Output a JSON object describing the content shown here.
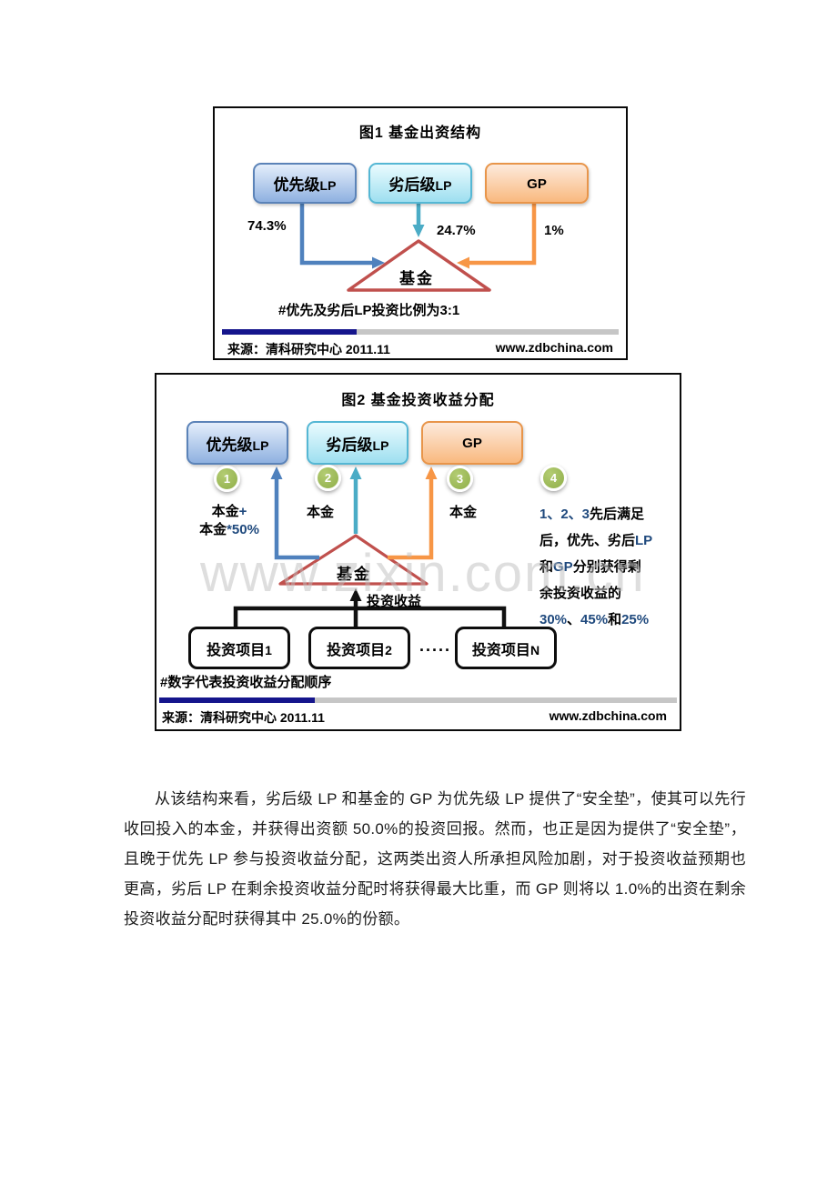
{
  "colors": {
    "navy_accent": "#1f497d",
    "bar_navy": "#15158c",
    "bar_gray": "#c6c6c6",
    "arrow_blue": "#4f81bd",
    "arrow_cyan": "#4bacc6",
    "arrow_orange": "#f79646",
    "triangle_red": "#c0504d",
    "circle_green": "#9bbb59"
  },
  "watermark": "www.zixin.com.cn",
  "figure1": {
    "title": "图1 基金出资结构",
    "nodes": {
      "senior_lp": [
        {
          "t": "优先级"
        },
        {
          "t": "LP",
          "sz": "14px"
        }
      ],
      "junior_lp": [
        {
          "t": "劣后级"
        },
        {
          "t": "LP",
          "sz": "14px"
        }
      ],
      "gp": [
        {
          "t": "GP",
          "sz": "15px"
        }
      ],
      "fund": "基金"
    },
    "contributions": {
      "senior_lp_pct": "74.3%",
      "junior_lp_pct": "24.7%",
      "gp_pct": "1%"
    },
    "note": "#优先及劣后LP投资比例为3:1",
    "source": "来源：清科研究中心 2011.11",
    "website": "www.zdbchina.com"
  },
  "figure2": {
    "title": "图2 基金投资收益分配",
    "nodes": {
      "senior_lp": [
        {
          "t": "优先级"
        },
        {
          "t": "LP",
          "sz": "14px"
        }
      ],
      "junior_lp": [
        {
          "t": "劣后级"
        },
        {
          "t": "LP",
          "sz": "14px"
        }
      ],
      "gp": [
        {
          "t": "GP",
          "sz": "15px"
        }
      ],
      "fund": "基金"
    },
    "steps": {
      "s1": {
        "num": "1",
        "line1": [
          {
            "t": "本金"
          },
          {
            "t": "+",
            "c": "#1f497d"
          }
        ],
        "line2": [
          {
            "t": "本金"
          },
          {
            "t": "*50%",
            "c": "#1f497d"
          }
        ]
      },
      "s2": {
        "num": "2",
        "label": "本金"
      },
      "s3": {
        "num": "3",
        "label": "本金"
      },
      "s4": {
        "num": "4",
        "text": [
          {
            "t": "1、2、3",
            "c": "#1f497d"
          },
          {
            "t": "先后满足后，优先、劣后"
          },
          {
            "t": "LP",
            "c": "#1f497d"
          },
          {
            "t": "和"
          },
          {
            "t": "GP",
            "c": "#1f497d"
          },
          {
            "t": "分别获得剩余投资收益的"
          },
          {
            "t": "30%",
            "c": "#1f497d"
          },
          {
            "t": "、"
          },
          {
            "t": "45%",
            "c": "#1f497d"
          },
          {
            "t": "和"
          },
          {
            "t": "25%",
            "c": "#1f497d"
          }
        ]
      }
    },
    "income_label": "投资收益",
    "projects": {
      "p1": [
        {
          "t": "投资项目"
        },
        {
          "t": "1",
          "sz": "14px"
        }
      ],
      "p2": [
        {
          "t": "投资项目"
        },
        {
          "t": "2",
          "sz": "14px"
        }
      ],
      "pn": [
        {
          "t": "投资项目"
        },
        {
          "t": "N",
          "sz": "14px"
        }
      ],
      "dots": "....."
    },
    "note": "#数字代表投资收益分配顺序",
    "source": "来源：清科研究中心 2011.11",
    "website": "www.zdbchina.com"
  },
  "paragraph": "从该结构来看，劣后级 LP 和基金的 GP 为优先级 LP 提供了“安全垫”，使其可以先行收回投入的本金，并获得出资额 50.0%的投资回报。然而，也正是因为提供了“安全垫”，且晚于优先 LP 参与投资收益分配，这两类出资人所承担风险加剧，对于投资收益预期也更高，劣后 LP 在剩余投资收益分配时将获得最大比重，而 GP 则将以 1.0%的出资在剩余投资收益分配时获得其中 25.0%的份额。"
}
